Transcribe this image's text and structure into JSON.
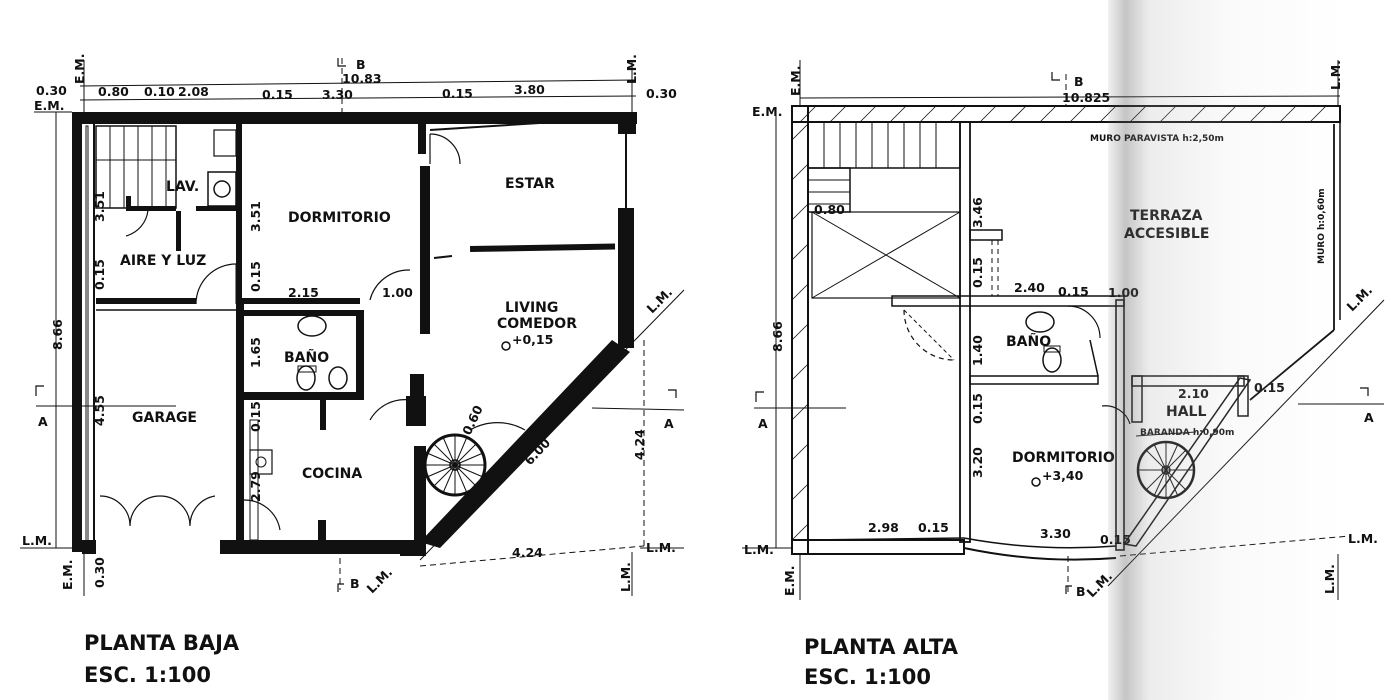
{
  "ground_floor": {
    "title": "PLANTA BAJA",
    "scale": "ESC. 1:100",
    "rooms": {
      "lav": "LAV.",
      "dormitorio": "DORMITORIO",
      "estar": "ESTAR",
      "aire_luz": "AIRE Y LUZ",
      "living": "LIVING",
      "comedor": "COMEDOR",
      "level": "+0,15",
      "bano": "BAÑO",
      "garage": "GARAGE",
      "cocina": "COCINA"
    },
    "dims": {
      "total_width": "10.83",
      "d030_top": "0.30",
      "d080": "0.80",
      "d010": "0.10",
      "d208": "2.08",
      "d015_a": "0.15",
      "d330": "3.30",
      "d015_b": "0.15",
      "d380": "3.80",
      "d030_right": "0.30",
      "d351_left": "3.51",
      "d015_left": "0.15",
      "d866": "8.66",
      "d455": "4.55",
      "d030_bottom": "0.30",
      "d351_mid": "3.51",
      "d015_mid": "0.15",
      "d215": "2.15",
      "d100": "1.00",
      "d165": "1.65",
      "d015_k": "0.15",
      "d279": "2.79",
      "d060": "0.60",
      "d600": "6.00",
      "d424_v": "4.24",
      "d424_h": "4.24"
    },
    "markers": {
      "em": "E.M.",
      "lm": "L.M.",
      "a": "A",
      "b": "B"
    }
  },
  "upper_floor": {
    "title": "PLANTA ALTA",
    "scale": "ESC. 1:100",
    "rooms": {
      "terraza": "TERRAZA",
      "accesible": "ACCESIBLE",
      "bano": "BAÑO",
      "hall": "HALL",
      "dormitorio": "DORMITORIO",
      "level": "+3,40"
    },
    "notes": {
      "muro_paravista": "MURO PARAVISTA h:2,50m",
      "muro": "MURO h:0,60m",
      "baranda": "BARANDA h:0,90m"
    },
    "dims": {
      "total_width": "10.825",
      "d080": "0.80",
      "d346": "3.46",
      "d015_a": "0.15",
      "d240": "2.40",
      "d015_b": "0.15",
      "d100": "1.00",
      "d140": "1.40",
      "d866": "8.66",
      "d210": "2.10",
      "d015_c": "0.15",
      "d015_d": "0.15",
      "d320": "3.20",
      "d298": "2.98",
      "d015_e": "0.15",
      "d330": "3.30",
      "d015_f": "0.15"
    },
    "markers": {
      "em": "E.M.",
      "lm": "L.M.",
      "a": "A",
      "b": "B"
    }
  }
}
